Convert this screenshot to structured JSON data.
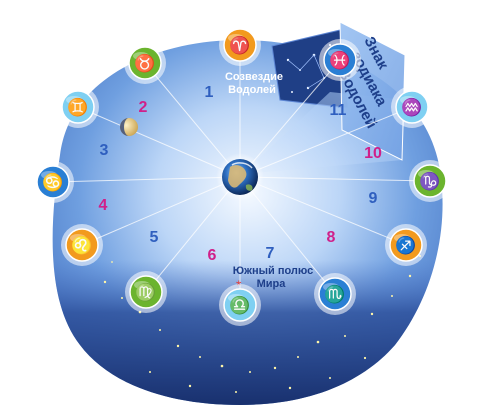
{
  "constellation_caption": {
    "line1": "Созвездие",
    "line2": "Водолей"
  },
  "south_pole_caption": {
    "line1": "Южный полюс",
    "line2": "Мира"
  },
  "panel_caption": {
    "line1": "Знак",
    "line2": "зодиака",
    "line3": "Водолей"
  },
  "house_numbers": [
    {
      "label": "1",
      "color": "#2f5fbf"
    },
    {
      "label": "2",
      "color": "#d0208a"
    },
    {
      "label": "3",
      "color": "#2f5fbf"
    },
    {
      "label": "4",
      "color": "#d0208a"
    },
    {
      "label": "5",
      "color": "#2f5fbf"
    },
    {
      "label": "6",
      "color": "#d0208a"
    },
    {
      "label": "7",
      "color": "#2f5fbf"
    },
    {
      "label": "8",
      "color": "#d0208a"
    },
    {
      "label": "9",
      "color": "#2f5fbf"
    },
    {
      "label": "10",
      "color": "#d0208a"
    },
    {
      "label": "11",
      "color": "#2f5fbf"
    }
  ],
  "zodiac_signs": [
    {
      "name": "aries",
      "glyph": "♈",
      "color": "#f29a1e"
    },
    {
      "name": "taurus",
      "glyph": "♉",
      "color": "#6bb42e"
    },
    {
      "name": "gemini",
      "glyph": "♊",
      "color": "#7fd0f2"
    },
    {
      "name": "cancer",
      "glyph": "♋",
      "color": "#2a7fd4"
    },
    {
      "name": "leo",
      "glyph": "♌",
      "color": "#f29a1e"
    },
    {
      "name": "virgo",
      "glyph": "♍",
      "color": "#6bb42e"
    },
    {
      "name": "libra",
      "glyph": "♎",
      "color": "#7fd0f2"
    },
    {
      "name": "scorpio",
      "glyph": "♏",
      "color": "#2a7fd4"
    },
    {
      "name": "sagittarius",
      "glyph": "♐",
      "color": "#f29a1e"
    },
    {
      "name": "capricorn",
      "glyph": "♑",
      "color": "#6bb42e"
    },
    {
      "name": "aquarius",
      "glyph": "♒",
      "color": "#7fd0f2"
    },
    {
      "name": "pisces",
      "glyph": "♓",
      "color": "#2a7fd4"
    }
  ],
  "colors": {
    "sky": "#6f9fe0",
    "sky_dark": "#1f3f86",
    "house_blue": "#2f5fbf",
    "house_magenta": "#d0208a",
    "star_mark": "#e04040"
  }
}
